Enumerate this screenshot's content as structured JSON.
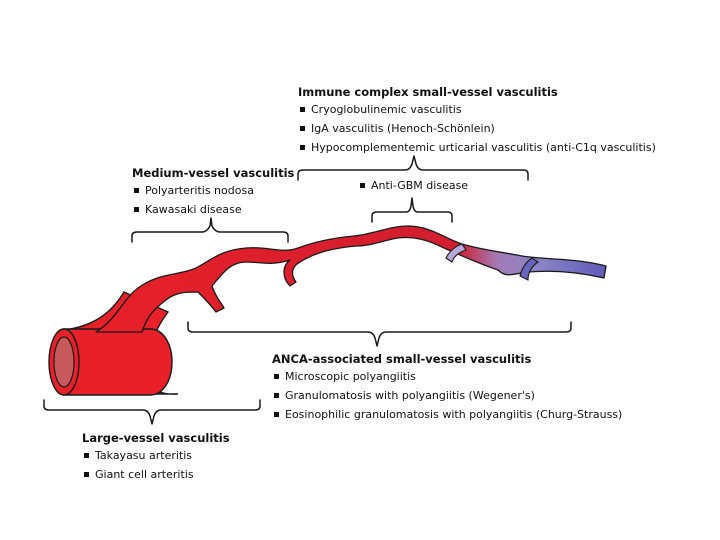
{
  "categories": {
    "immune_complex": {
      "title": "Immune complex small-vessel vasculitis",
      "items": [
        "Cryoglobulinemic vasculitis",
        "IgA vasculitis (Henoch-Schönlein)",
        "Hypocomplementemic urticarial vasculitis (anti-C1q vasculitis)"
      ]
    },
    "anti_gbm": {
      "items": [
        "Anti-GBM disease"
      ]
    },
    "medium_vessel": {
      "title": "Medium-vessel vasculitis",
      "items": [
        "Polyarteritis nodosa",
        "Kawasaki disease"
      ]
    },
    "anca": {
      "title": "ANCA-associated small-vessel vasculitis",
      "items": [
        "Microscopic polyangiitis",
        "Granulomatosis with polyangiitis (Wegener's)",
        "Eosinophilic granulomatosis with polyangiitis (Churg-Strauss)"
      ]
    },
    "large_vessel": {
      "title": "Large-vessel vasculitis",
      "items": [
        "Takayasu arteritis",
        "Giant cell arteritis"
      ]
    }
  },
  "colors": {
    "artery": "#e8202a",
    "artery_dark": "#c4141c",
    "lumen": "#c85a5e",
    "vein": "#6a66c0",
    "outline": "#1a1a1a"
  }
}
